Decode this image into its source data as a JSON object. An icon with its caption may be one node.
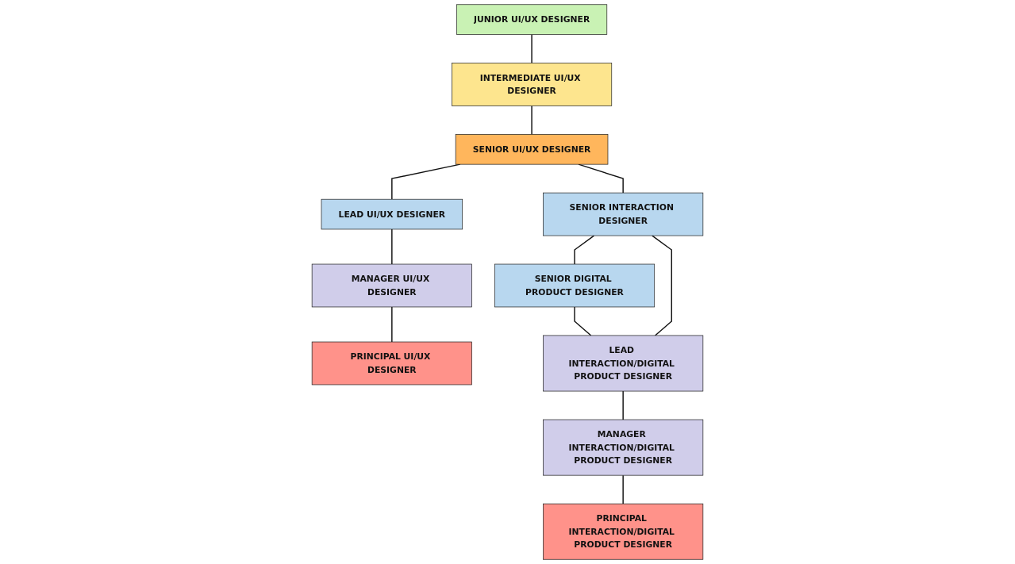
{
  "diagram": {
    "nodes": [
      {
        "text": [
          "JUNIOR UI/UX DESIGNER"
        ]
      },
      {
        "text": [
          "INTERMEDIATE UI/UX DESIGNER"
        ]
      },
      {
        "text": [
          "SENIOR UI/UX DESIGNER"
        ]
      },
      {
        "text": [
          "SENIOR INTERACTION DESIGNER"
        ]
      },
      {
        "text": [
          "SENIOR DIGITAL PRODUCT DESIGNER"
        ]
      },
      {
        "text": [
          "LEAD UI/UX DESIGNER"
        ]
      },
      {
        "text": [
          "MANAGER UI/UX DESIGNER"
        ]
      },
      {
        "text": [
          "PRINCIPAL UI/UX DESIGNER"
        ]
      },
      {
        "text": [
          "LEAD INTERACTION/DIGITAL PRODUCT DESIGNER"
        ]
      },
      {
        "text": [
          "MANAGER INTERACTION/DIGITAL PRODUCT DESIGNER"
        ]
      },
      {
        "text": [
          "PRINCIPAL INTERACTION/DIGITAL PRODUCT DESIGNER"
        ]
      }
    ],
    "edges": [
      {
        "from": 0,
        "to": 1,
        "arrow": "none"
      },
      {
        "from": 1,
        "to": 2,
        "arrow": "none"
      },
      {
        "from": 2,
        "to": 3,
        "arrow": "none"
      },
      {
        "from": 3,
        "to": 4,
        "arrow": "none"
      },
      {
        "from": 2,
        "to": 5,
        "arrow": "none"
      },
      {
        "from": 5,
        "to": 6,
        "arrow": "none"
      },
      {
        "from": 6,
        "to": 7,
        "arrow": "none"
      },
      {
        "from": 4,
        "to": 8,
        "arrow": "none"
      },
      {
        "from": 3,
        "to": 8,
        "arrow": "none"
      },
      {
        "from": 8,
        "to": 9,
        "arrow": "none"
      },
      {
        "from": 9,
        "to": 10,
        "arrow": "none"
      }
    ]
  }
}
